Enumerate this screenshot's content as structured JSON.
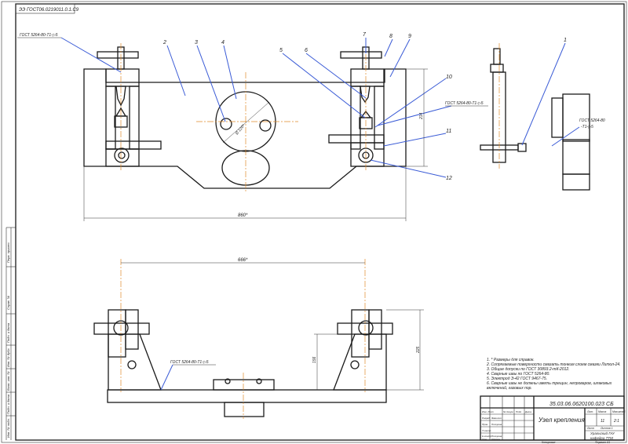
{
  "stamp_rotated": "ЭЭ ГОСТ06.0219011.0.1.С9",
  "weld_note": "ГОСТ 5264-80-Т1-▷5",
  "weld_note_right": "ГОСТ 5264-80",
  "weld_note_right_2": "-Т1-▷5",
  "position_numbers": [
    "1",
    "2",
    "3",
    "4",
    "5",
    "6",
    "7",
    "8",
    "9",
    "10",
    "11",
    "12"
  ],
  "dimensions": {
    "overall_width": "860*",
    "height_right": "214",
    "diameter": "Ø 120*",
    "top_span": "666*",
    "height_225": "225",
    "height_156": "156"
  },
  "notes": [
    "1. * Размеры для справок.",
    "2. Сопрягаемые поверхности смазать тонким слоем смазки Литол-24.",
    "3. Общие допуски по ГОСТ 30893.2-mК-2012.",
    "4. Сварные швы по ГОСТ 5264-80.",
    "5. Электрод Э-42 ГОСТ 9467-75.",
    "6. Сварные швы не должны иметь трещин, непроваров, шлаковых",
    "   включений, газовых пор."
  ],
  "title_block": {
    "designation": "35.03.06.0620100.023 СБ",
    "name": "Узел крепления",
    "stage_label": "Лит.",
    "mass_label": "Масса",
    "scale_label": "Масштаб",
    "mass": "11",
    "scale": "2:1",
    "sheet_label": "Лист",
    "sheets_label": "Листов 1",
    "org_line1": "Уральский ГАУ",
    "org_line2": "кафедра ТТМ",
    "format_label": "Формат А1",
    "copied_label": "Копировал",
    "rows": [
      "Изм. Лист",
      "Разраб.",
      "Пров.",
      "Т.контр.",
      "",
      "Н.контр.",
      "Утв."
    ],
    "cols": [
      "№ докум.",
      "Подп.",
      "Дата"
    ],
    "names": [
      "Фамилия",
      "Пискунов",
      "",
      "",
      "Пискунов",
      "Шпуров"
    ]
  },
  "side_frame": [
    "Перв. примен.",
    "Справ. №",
    "Подп. и дата",
    "Инв. № дубл.",
    "Взам. инв. №",
    "Подп. и дата",
    "Инв. № подл."
  ]
}
